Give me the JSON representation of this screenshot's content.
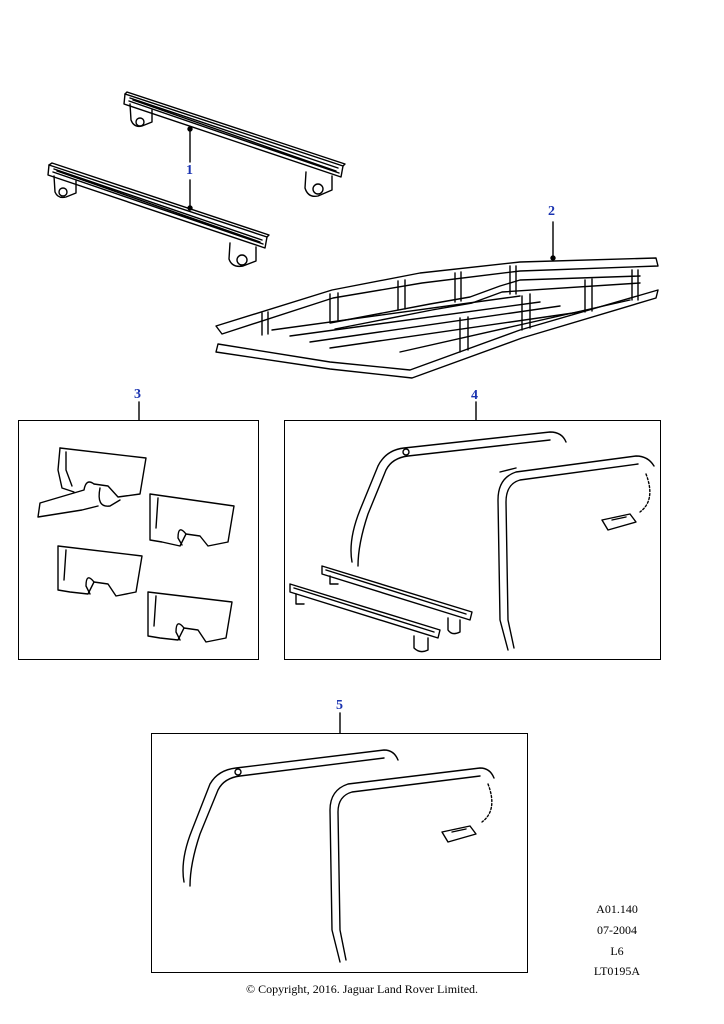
{
  "callouts": {
    "c1": "1",
    "c2": "2",
    "c3": "3",
    "c4": "4",
    "c5": "5"
  },
  "info": {
    "ref": "A01.140",
    "date": "07-2004",
    "code": "L6",
    "illustration": "LT0195A"
  },
  "copyright": "© Copyright, 2016. Jaguar Land Rover Limited.",
  "colors": {
    "callout": "#1a33b0",
    "line": "#000000"
  }
}
